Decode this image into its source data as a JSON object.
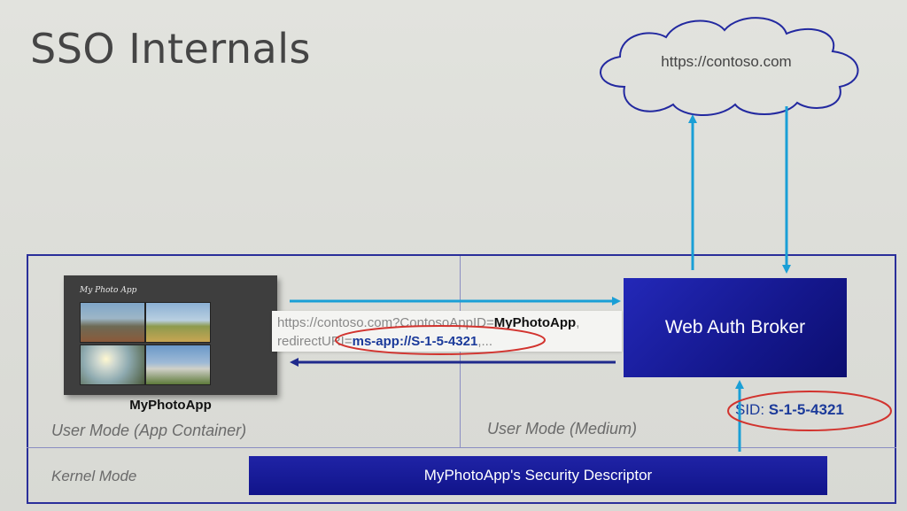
{
  "slide": {
    "title": "SSO Internals"
  },
  "cloud": {
    "label": "https://contoso.com"
  },
  "app": {
    "window_title": "My Photo App",
    "name": "MyPhotoApp"
  },
  "modes": {
    "app_container": "User Mode (App Container)",
    "medium": "User Mode (Medium)",
    "kernel": "Kernel Mode"
  },
  "broker": {
    "label": "Web Auth Broker"
  },
  "security_descriptor": {
    "label": "MyPhotoApp's Security Descriptor"
  },
  "request_url": {
    "line1_prefix": "https://contoso.com?ContosoAppID=",
    "line1_app": "MyPhotoApp",
    "line1_suffix": ",",
    "line2_prefix": "redirectURI=",
    "line2_uri": "ms-app://S-1-5-4321",
    "line2_suffix": ",..."
  },
  "sid": {
    "label": "SID: ",
    "value": "S-1-5-4321"
  },
  "colors": {
    "arrow": "#1a9fd6",
    "dark_arrow": "#1f2a8c",
    "highlight_ellipse": "#d2332e",
    "box_blue": "#14178c"
  }
}
